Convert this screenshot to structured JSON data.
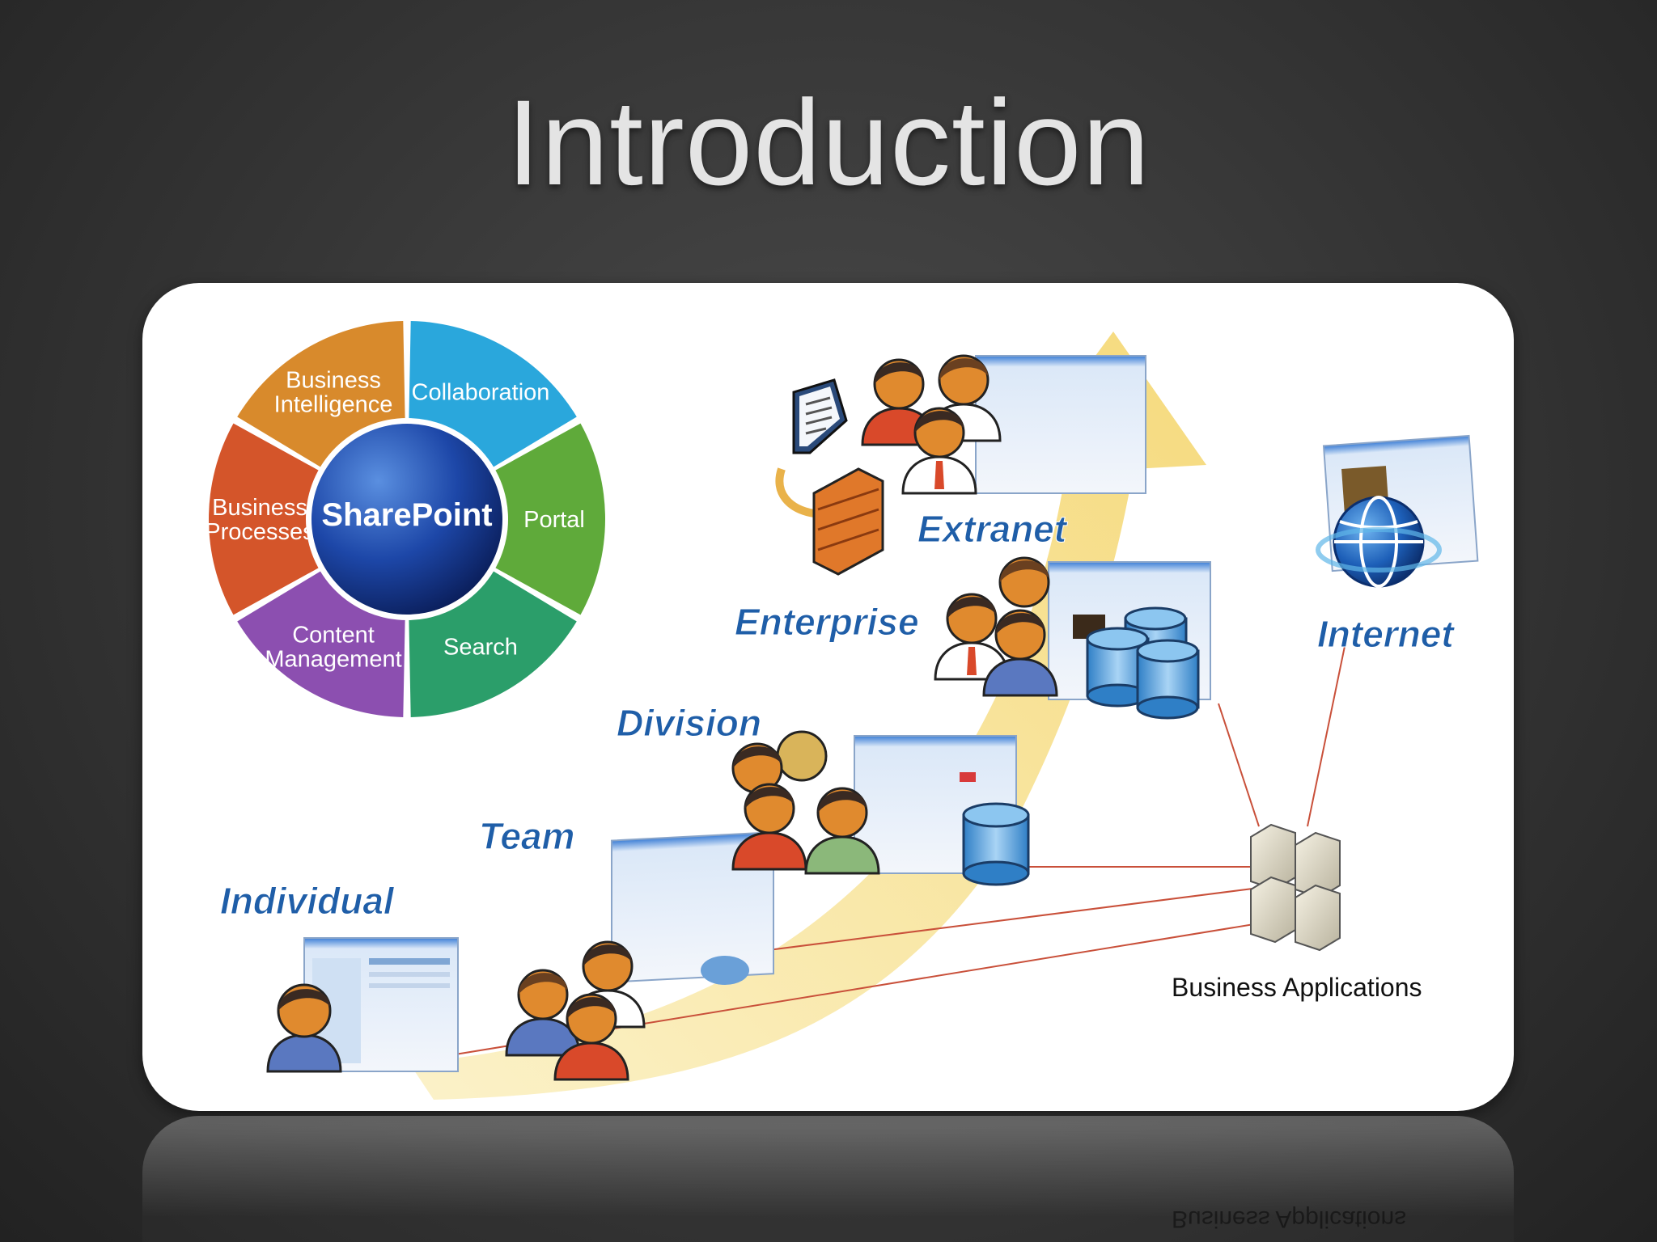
{
  "slide": {
    "title": "Introduction"
  },
  "wheel": {
    "center": "SharePoint",
    "segments": [
      {
        "line1": "Business",
        "line2": "Intelligence",
        "color": "#d88a2c"
      },
      {
        "line1": "Collaboration",
        "line2": "",
        "color": "#2aa7dc"
      },
      {
        "line1": "Portal",
        "line2": "",
        "color": "#5faa3a"
      },
      {
        "line1": "Search",
        "line2": "",
        "color": "#2b9e6a"
      },
      {
        "line1": "Content",
        "line2": "Management",
        "color": "#8c4fb0"
      },
      {
        "line1": "Business",
        "line2": "Processes",
        "color": "#d4552a"
      }
    ]
  },
  "levels": {
    "individual": "Individual",
    "team": "Team",
    "division": "Division",
    "enterprise": "Enterprise",
    "extranet": "Extranet",
    "internet": "Internet"
  },
  "business_applications": "Business Applications",
  "colors": {
    "label_blue": "#1f5ea8",
    "arrow_yellow": "#f7df8a",
    "connector_red": "#c9503a",
    "database_blue": "#3f8fd0"
  }
}
